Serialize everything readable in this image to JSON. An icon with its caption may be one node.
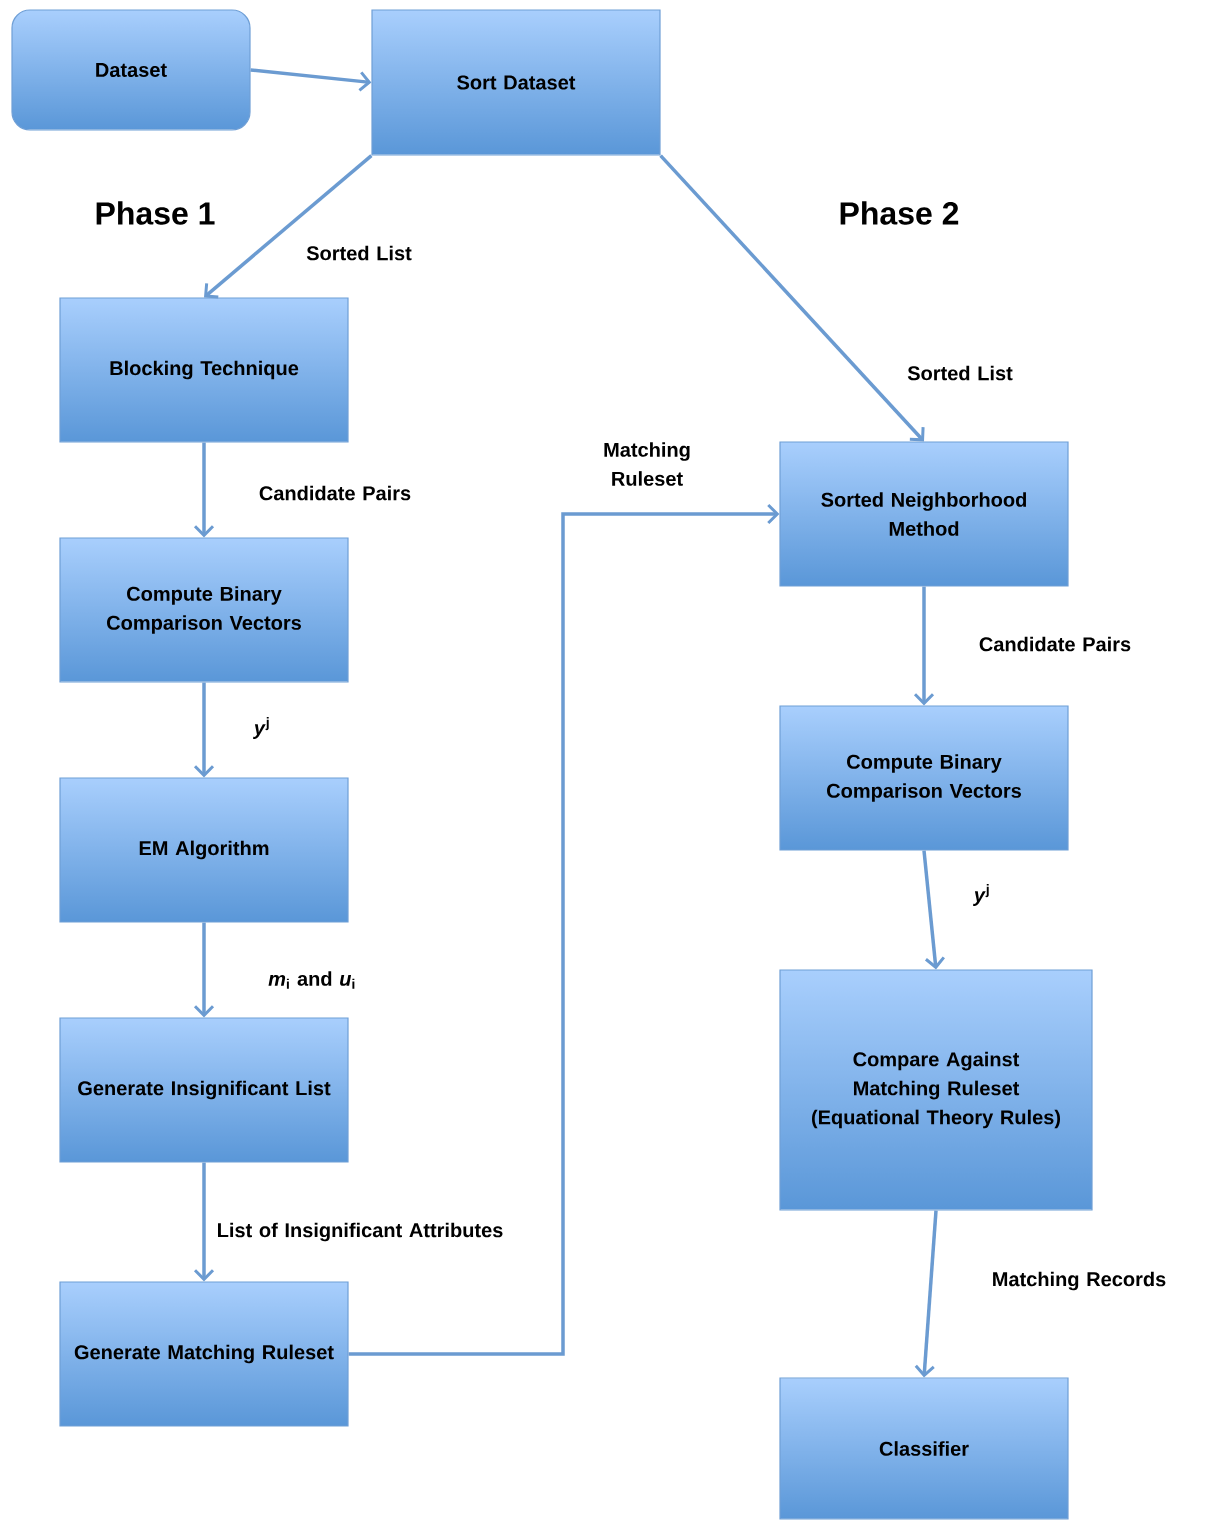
{
  "diagram": {
    "nodes": [
      {
        "text": [
          "Dataset"
        ]
      },
      {
        "text": [
          "Sort Dataset"
        ]
      },
      {
        "text": [
          "Blocking Technique"
        ]
      },
      {
        "text": [
          "Compute Binary Comparison Vectors"
        ]
      },
      {
        "text": [
          "EM Algorithm"
        ]
      },
      {
        "text": [
          "Generate Insignificant List"
        ]
      },
      {
        "text": [
          "Generate Matching Ruleset"
        ]
      },
      {
        "text": [
          "Sorted Neighborhood Method"
        ]
      },
      {
        "text": [
          "Compute Binary Comparison Vectors"
        ]
      },
      {
        "text": [
          "Compare Against Matching Ruleset (Equational Theory Rules)"
        ]
      },
      {
        "text": [
          "Classifier"
        ]
      }
    ],
    "edges": [
      {
        "from": 0,
        "to": 1,
        "arrow": "to"
      },
      {
        "from": 1,
        "to": 2,
        "arrow": "to",
        "label": "Sorted List"
      },
      {
        "from": 2,
        "to": 3,
        "arrow": "to",
        "label": "Candidate Pairs"
      },
      {
        "from": 3,
        "to": 4,
        "arrow": "to",
        "label": "*y*$^{j}$"
      },
      {
        "from": 4,
        "to": 5,
        "arrow": "to",
        "label": "*m*$_{i}$ and *u*$_{i}$"
      },
      {
        "from": 5,
        "to": 6,
        "arrow": "to",
        "label": "List of Insignificant Attributes"
      },
      {
        "from": 6,
        "to": 7,
        "arrow": "to",
        "label": "Matching Ruleset"
      },
      {
        "from": 1,
        "to": 7,
        "arrow": "to",
        "label": "Sorted List"
      },
      {
        "from": 7,
        "to": 8,
        "arrow": "to",
        "label": "Candidate Pairs"
      },
      {
        "from": 8,
        "to": 9,
        "arrow": "to",
        "label": "*y*$^{j}$"
      },
      {
        "from": 9,
        "to": 10,
        "arrow": "to",
        "label": "Matching Records"
      }
    ],
    "labels": [
      "Phase 1",
      "Phase 2"
    ]
  }
}
